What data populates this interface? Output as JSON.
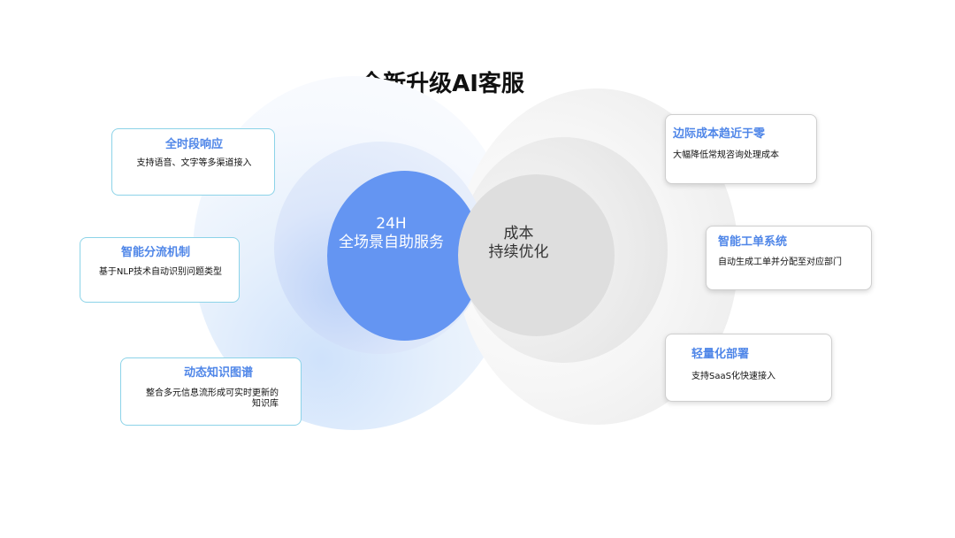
{
  "title": "全新升级AI客服",
  "center": {
    "left_line1": "24H",
    "left_line2": "全场景自助服务",
    "right_line1": "成本",
    "right_line2": "持续优化"
  },
  "left_cards": [
    {
      "title": "全时段响应",
      "desc": "支持语音、文字等多渠道接入"
    },
    {
      "title": "智能分流机制",
      "desc": "基于NLP技术自动识别问题类型"
    },
    {
      "title": "动态知识图谱",
      "desc": "整合多元信息流形成可实时更新的知识库"
    }
  ],
  "right_cards": [
    {
      "title": "边际成本趋近于零",
      "desc": "大幅降低常规咨询处理成本"
    },
    {
      "title": "智能工单系统",
      "desc": "自动生成工单并分配至对应部门"
    },
    {
      "title": "轻量化部署",
      "desc": "支持SaaS化快速接入"
    }
  ],
  "colors": {
    "accent_blue": "#6495f2",
    "card_title": "#4f86e8",
    "card_border_blue": "#8cd3e8",
    "core_grey": "#dedede"
  }
}
